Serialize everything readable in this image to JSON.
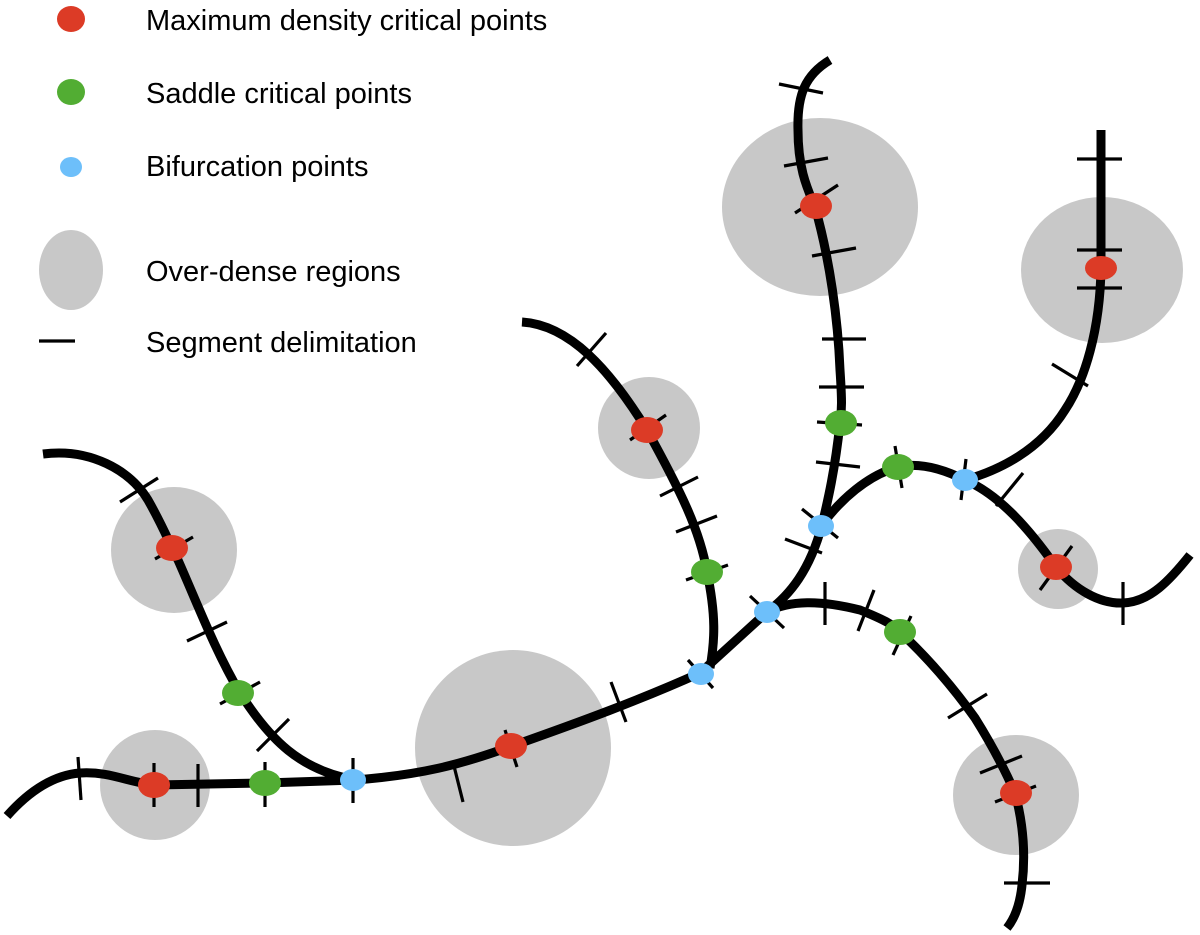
{
  "figure": {
    "type": "cosmic-web filament skeleton schematic",
    "colors": {
      "maximum": "#dc3b26",
      "saddle": "#52ad33",
      "bifurcation": "#6dbffa",
      "overdense": "#c8c8c8",
      "filament": "#000000"
    }
  },
  "legend": {
    "items": [
      {
        "key": "maximum",
        "label": "Maximum density critical points",
        "symbol": "red-dot"
      },
      {
        "key": "saddle",
        "label": "Saddle critical points",
        "symbol": "green-dot"
      },
      {
        "key": "bifurcation",
        "label": "Bifurcation points",
        "symbol": "blue-dot"
      },
      {
        "key": "overdense",
        "label": "Over-dense regions",
        "symbol": "gray-disc"
      },
      {
        "key": "segment",
        "label": "Segment delimitation",
        "symbol": "black-dash"
      }
    ]
  },
  "counts": {
    "maximum_density_critical_points": 8,
    "saddle_critical_points": 6,
    "bifurcation_points": 5,
    "over_dense_regions": 8
  }
}
